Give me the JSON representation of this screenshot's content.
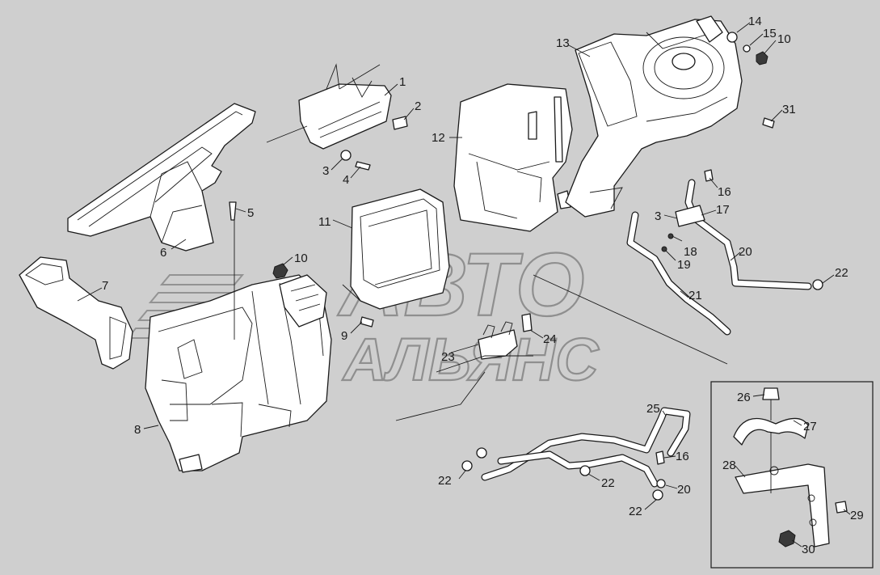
{
  "watermark": {
    "line1": "АВТО",
    "line2": "АЛЬЯНС"
  },
  "callouts": [
    {
      "id": "c1",
      "text": "1"
    },
    {
      "id": "c2",
      "text": "2"
    },
    {
      "id": "c3a",
      "text": "3"
    },
    {
      "id": "c4",
      "text": "4"
    },
    {
      "id": "c5",
      "text": "5"
    },
    {
      "id": "c6",
      "text": "6"
    },
    {
      "id": "c7",
      "text": "7"
    },
    {
      "id": "c8",
      "text": "8"
    },
    {
      "id": "c9",
      "text": "9"
    },
    {
      "id": "c10a",
      "text": "10"
    },
    {
      "id": "c10b",
      "text": "10"
    },
    {
      "id": "c11",
      "text": "11"
    },
    {
      "id": "c12",
      "text": "12"
    },
    {
      "id": "c13",
      "text": "13"
    },
    {
      "id": "c14",
      "text": "14"
    },
    {
      "id": "c15",
      "text": "15"
    },
    {
      "id": "c16a",
      "text": "16"
    },
    {
      "id": "c16b",
      "text": "16"
    },
    {
      "id": "c3b",
      "text": "3"
    },
    {
      "id": "c17",
      "text": "17"
    },
    {
      "id": "c18",
      "text": "18"
    },
    {
      "id": "c19",
      "text": "19"
    },
    {
      "id": "c20a",
      "text": "20"
    },
    {
      "id": "c20b",
      "text": "20"
    },
    {
      "id": "c21",
      "text": "21"
    },
    {
      "id": "c22a",
      "text": "22"
    },
    {
      "id": "c22b",
      "text": "22"
    },
    {
      "id": "c22c",
      "text": "22"
    },
    {
      "id": "c22d",
      "text": "22"
    },
    {
      "id": "c23",
      "text": "23"
    },
    {
      "id": "c24",
      "text": "24"
    },
    {
      "id": "c25",
      "text": "25"
    },
    {
      "id": "c26",
      "text": "26"
    },
    {
      "id": "c27",
      "text": "27"
    },
    {
      "id": "c28",
      "text": "28"
    },
    {
      "id": "c29",
      "text": "29"
    },
    {
      "id": "c30",
      "text": "30"
    },
    {
      "id": "c31",
      "text": "31"
    }
  ]
}
